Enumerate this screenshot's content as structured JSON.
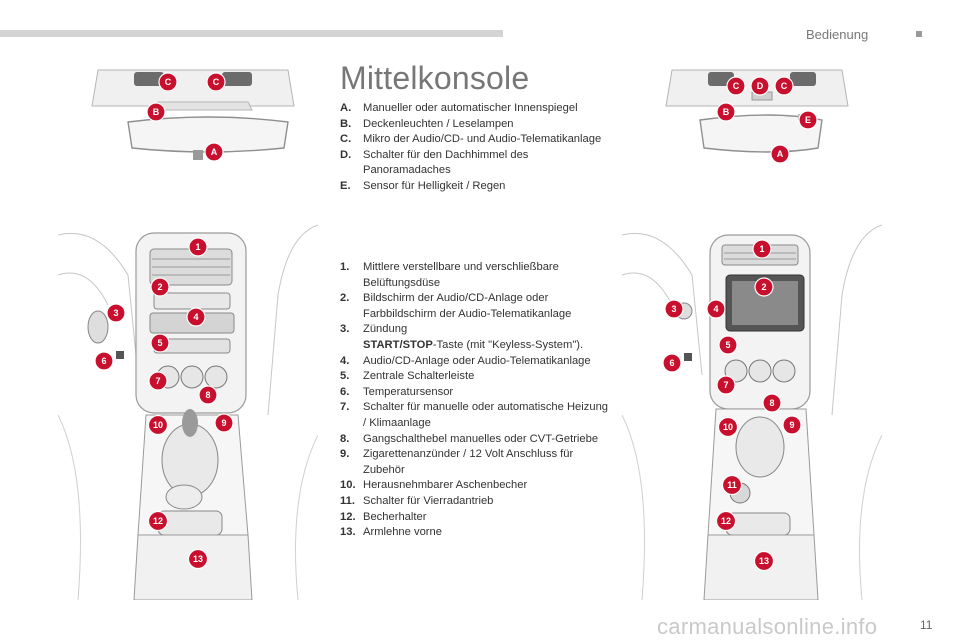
{
  "header": {
    "section_title": "Bedienung"
  },
  "page": {
    "title": "Mittelkonsole",
    "number": "11",
    "watermark": "carmanualsonline.info"
  },
  "legend_letters": [
    {
      "key": "A.",
      "text": "Manueller oder automatischer Innenspiegel"
    },
    {
      "key": "B.",
      "text": "Deckenleuchten / Leselampen"
    },
    {
      "key": "C.",
      "text": "Mikro der Audio/CD- und Audio-Telematikanlage"
    },
    {
      "key": "D.",
      "text": "Schalter für den Dachhimmel des Panoramadaches"
    },
    {
      "key": "E.",
      "text": "Sensor für Helligkeit / Regen"
    }
  ],
  "legend_numbers": [
    {
      "key": "1.",
      "text": "Mittlere verstellbare und verschließbare Belüftungsdüse"
    },
    {
      "key": "2.",
      "text": "Bildschirm der Audio/CD-Anlage oder Farbbildschirm der Audio-Telematikanlage"
    },
    {
      "key": "3.",
      "text": "Zündung",
      "bold": "START/STOP",
      "rest": "-Taste (mit \"Keyless-System\")."
    },
    {
      "key": "4.",
      "text": "Audio/CD-Anlage oder Audio-Telematikanlage"
    },
    {
      "key": "5.",
      "text": "Zentrale Schalterleiste"
    },
    {
      "key": "6.",
      "text": "Temperatursensor"
    },
    {
      "key": "7.",
      "text": "Schalter für manuelle oder automatische Heizung / Klimaanlage"
    },
    {
      "key": "8.",
      "text": "Gangschalthebel manuelles oder CVT-Getriebe"
    },
    {
      "key": "9.",
      "text": "Zigarettenanzünder / 12 Volt Anschluss für Zubehör"
    },
    {
      "key": "10.",
      "text": "Herausnehmbarer Aschenbecher"
    },
    {
      "key": "11.",
      "text": "Schalter für Vierradantrieb"
    },
    {
      "key": "12.",
      "text": "Becherhalter"
    },
    {
      "key": "13.",
      "text": "Armlehne vorne"
    }
  ],
  "callouts": {
    "A": "A",
    "B": "B",
    "C": "C",
    "D": "D",
    "E": "E",
    "n1": "1",
    "n2": "2",
    "n3": "3",
    "n4": "4",
    "n5": "5",
    "n6": "6",
    "n7": "7",
    "n8": "8",
    "n9": "9",
    "n10": "10",
    "n11": "11",
    "n12": "12",
    "n13": "13"
  },
  "colors": {
    "callout_red": "#c8102e",
    "line_art": "#9a9a9a",
    "header_bar": "#d4d4d4"
  }
}
